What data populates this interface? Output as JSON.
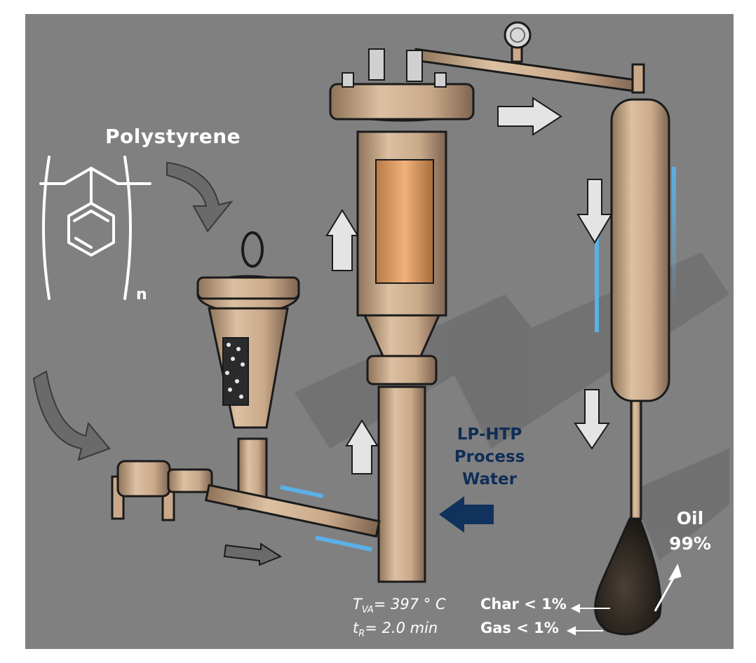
{
  "figure": {
    "feedstock_label": "Polystyrene",
    "polymer_subscript": "n",
    "water_label": [
      "LP-HTP",
      "Process",
      "Water"
    ],
    "oil_label": "Oil",
    "oil_value": "99%",
    "char_label": "Char < 1%",
    "gas_label": "Gas < 1%",
    "temperature": {
      "symbol": "T",
      "subscript": "VA",
      "value": "= 397 ° C"
    },
    "residence_time": {
      "symbol": "t",
      "subscript": "R",
      "value": "= 2.0 min"
    }
  },
  "colors": {
    "background": "#808080",
    "metal": "#c9a98a",
    "metal_dark": "#8f7358",
    "outline": "#1a1a1a",
    "arrow_fill": "#e4e4e4",
    "water_arrow": "#10325c",
    "coolant": "#5ab0e6",
    "oil": "#2a2520",
    "hot_core": "#d99a5e"
  },
  "icons": [
    "polystyrene-structure-icon",
    "pressure-gauge-icon",
    "motor-pump-icon",
    "hopper-icon",
    "reactor-icon",
    "condenser-icon",
    "collection-flask-icon"
  ]
}
